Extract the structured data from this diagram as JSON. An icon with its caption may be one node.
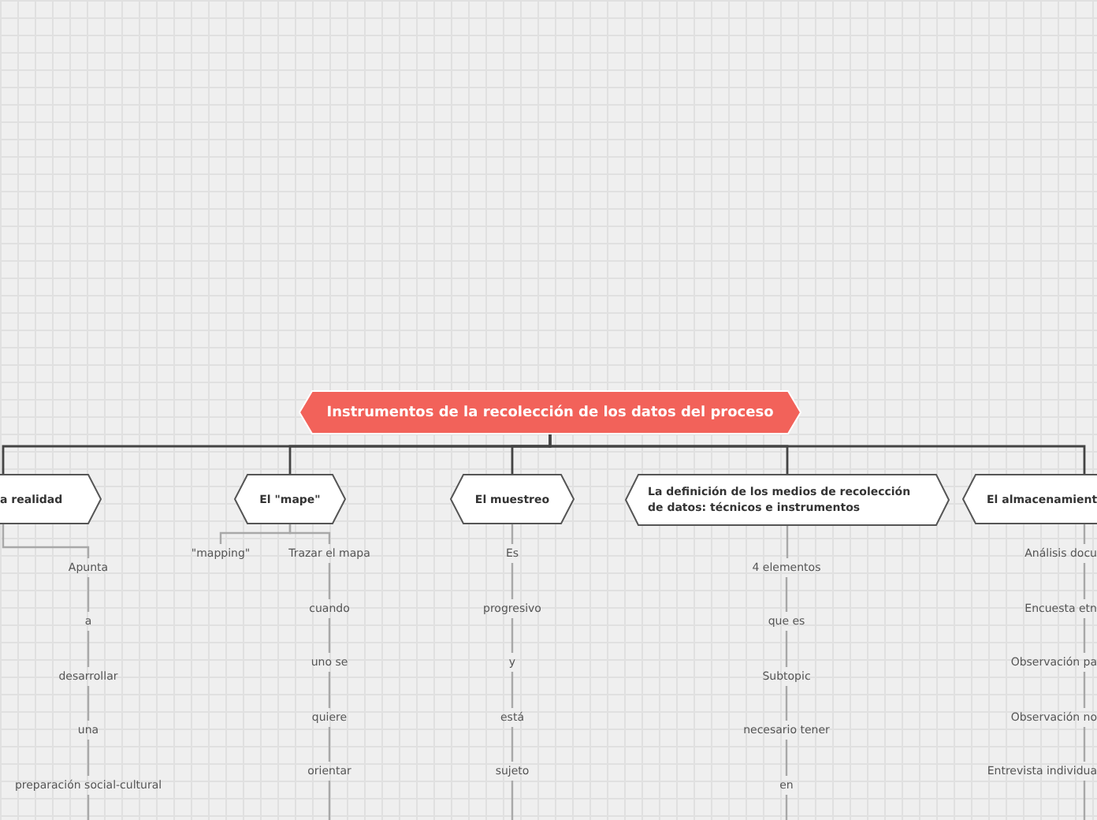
{
  "diagram": {
    "nodes": [
      {
        "text": [
          "Instrumentos de la recolección de los datos del proceso"
        ]
      },
      {
        "text": [
          "a realidad"
        ]
      },
      {
        "text": [
          "El \"mape\""
        ]
      },
      {
        "text": [
          "El muestreo"
        ]
      },
      {
        "text": [
          "La definición de los medios de recolección de datos: técnicos e instrumentos"
        ]
      },
      {
        "text": [
          "El almacenamient"
        ]
      },
      {
        "text": [
          "Apunta"
        ]
      },
      {
        "text": [
          "a"
        ]
      },
      {
        "text": [
          "desarrollar"
        ]
      },
      {
        "text": [
          "una"
        ]
      },
      {
        "text": [
          "preparación social-cultural"
        ]
      },
      {
        "text": [
          "\"mapping\""
        ]
      },
      {
        "text": [
          "Trazar el mapa"
        ]
      },
      {
        "text": [
          "cuando"
        ]
      },
      {
        "text": [
          "uno se"
        ]
      },
      {
        "text": [
          "quiere"
        ]
      },
      {
        "text": [
          "orientar"
        ]
      },
      {
        "text": [
          "Es"
        ]
      },
      {
        "text": [
          "progresivo"
        ]
      },
      {
        "text": [
          "y"
        ]
      },
      {
        "text": [
          "está"
        ]
      },
      {
        "text": [
          "sujeto"
        ]
      },
      {
        "text": [
          "4 elementos"
        ]
      },
      {
        "text": [
          "que es"
        ]
      },
      {
        "text": [
          "Subtopic"
        ]
      },
      {
        "text": [
          "necesario tener"
        ]
      },
      {
        "text": [
          "en"
        ]
      },
      {
        "text": [
          "Análisis docu"
        ]
      },
      {
        "text": [
          "Encuesta etn"
        ]
      },
      {
        "text": [
          "Observación pa"
        ]
      },
      {
        "text": [
          "Observación no"
        ]
      },
      {
        "text": [
          "Entrevista individua"
        ]
      }
    ],
    "edges": [
      {
        "from": 0,
        "to": 1,
        "arrow": "none",
        "color": "#444444"
      },
      {
        "from": 0,
        "to": 2,
        "arrow": "none",
        "color": "#444444"
      },
      {
        "from": 0,
        "to": 3,
        "arrow": "none",
        "color": "#444444"
      },
      {
        "from": 0,
        "to": 4,
        "arrow": "none",
        "color": "#444444"
      },
      {
        "from": 0,
        "to": 5,
        "arrow": "none",
        "color": "#444444"
      },
      {
        "from": 1,
        "to": 6,
        "arrow": "none"
      },
      {
        "from": 6,
        "to": 7,
        "arrow": "none"
      },
      {
        "from": 7,
        "to": 8,
        "arrow": "none"
      },
      {
        "from": 8,
        "to": 9,
        "arrow": "none"
      },
      {
        "from": 9,
        "to": 10,
        "arrow": "none"
      },
      {
        "from": 10,
        "to": null,
        "arrow": "none"
      },
      {
        "from": 2,
        "to": 11,
        "arrow": "none"
      },
      {
        "from": 2,
        "to": 12,
        "arrow": "none"
      },
      {
        "from": 12,
        "to": 13,
        "arrow": "none"
      },
      {
        "from": 13,
        "to": 14,
        "arrow": "none"
      },
      {
        "from": 14,
        "to": 15,
        "arrow": "none"
      },
      {
        "from": 15,
        "to": 16,
        "arrow": "none"
      },
      {
        "from": 16,
        "to": null,
        "arrow": "none"
      },
      {
        "from": 3,
        "to": 17,
        "arrow": "none"
      },
      {
        "from": 17,
        "to": 18,
        "arrow": "none"
      },
      {
        "from": 18,
        "to": 19,
        "arrow": "none"
      },
      {
        "from": 19,
        "to": 20,
        "arrow": "none"
      },
      {
        "from": 20,
        "to": 21,
        "arrow": "none"
      },
      {
        "from": 21,
        "to": null,
        "arrow": "none"
      },
      {
        "from": 4,
        "to": 22,
        "arrow": "none"
      },
      {
        "from": 22,
        "to": 23,
        "arrow": "none"
      },
      {
        "from": 23,
        "to": 24,
        "arrow": "none"
      },
      {
        "from": 24,
        "to": 25,
        "arrow": "none"
      },
      {
        "from": 25,
        "to": 26,
        "arrow": "none"
      },
      {
        "from": 26,
        "to": null,
        "arrow": "none"
      },
      {
        "from": 5,
        "to": 27,
        "arrow": "none"
      },
      {
        "from": 27,
        "to": 28,
        "arrow": "none"
      },
      {
        "from": 28,
        "to": 29,
        "arrow": "none"
      },
      {
        "from": 29,
        "to": 30,
        "arrow": "none"
      },
      {
        "from": 30,
        "to": 31,
        "arrow": "none"
      },
      {
        "from": 31,
        "to": null,
        "arrow": "none"
      }
    ]
  }
}
